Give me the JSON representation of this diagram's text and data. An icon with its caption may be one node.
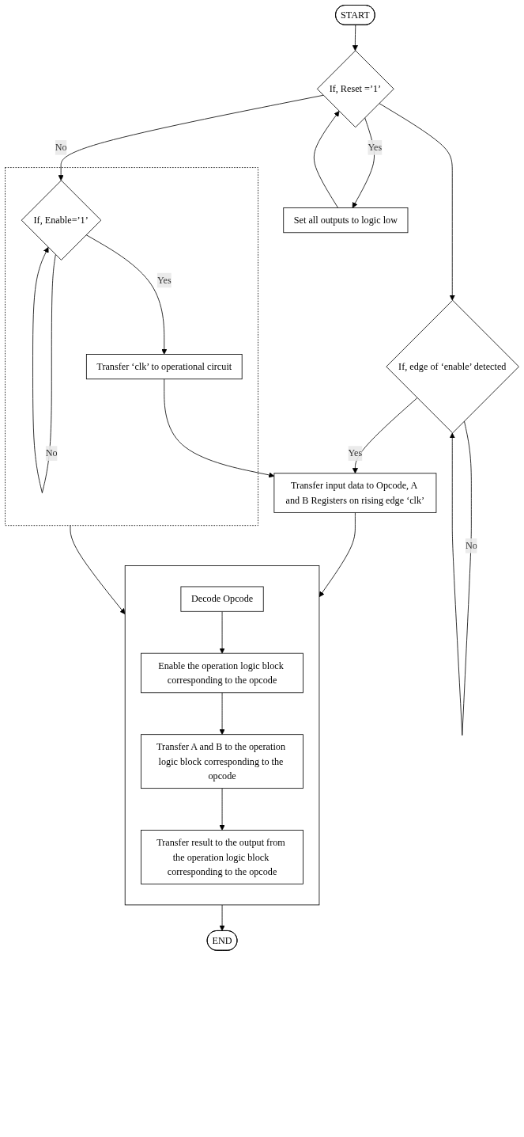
{
  "diagram": {
    "nodes": [
      {
        "text": [
          "START"
        ]
      },
      {
        "text": [
          "If, Reset =’1’"
        ]
      },
      {
        "text": [
          "Set all outputs to logic low"
        ]
      },
      {
        "text": [
          "If, edge of ‘enable’ detected"
        ]
      },
      {
        "text": [
          "Transfer input data to Opcode, A and B Registers on rising edge ‘clk’"
        ]
      },
      {
        "text": [],
        "shape": "box"
      },
      {
        "text": [
          "If, Enable=’1’"
        ],
        "in": 5
      },
      {
        "text": [
          "Transfer ‘clk’ to operational circuit"
        ],
        "in": 5
      },
      {
        "text": [],
        "shape": "box"
      },
      {
        "text": [
          "Decode Opcode"
        ],
        "in": 8
      },
      {
        "text": [
          "Enable the operation logic block corresponding to the opcode"
        ],
        "in": 8
      },
      {
        "text": [
          "Transfer A and B to the operation logic block corresponding to the opcode"
        ],
        "in": 8
      },
      {
        "text": [
          "Transfer result to the output from the operation logic block corresponding to the opcode"
        ],
        "in": 8
      },
      {
        "text": [
          "END"
        ]
      }
    ],
    "edges": [
      {
        "from": 0,
        "to": 1,
        "arrow": "to"
      },
      {
        "from": 1,
        "to": 2,
        "arrow": "to",
        "label": "Yes"
      },
      {
        "from": 2,
        "to": 1,
        "arrow": "to"
      },
      {
        "from": 1,
        "to": 3,
        "arrow": "to"
      },
      {
        "from": 1,
        "to": 6,
        "arrow": "to",
        "label": "No"
      },
      {
        "from": 3,
        "to": 3,
        "arrow": "to",
        "label": "No"
      },
      {
        "from": 6,
        "to": 6,
        "arrow": "to",
        "label": "No"
      },
      {
        "from": 3,
        "to": 4,
        "arrow": "to",
        "label": "Yes"
      },
      {
        "from": 6,
        "to": 7,
        "arrow": "to",
        "label": "Yes"
      },
      {
        "from": 7,
        "to": 4,
        "arrow": "to"
      },
      {
        "from": 4,
        "to": 8,
        "arrow": "to"
      },
      {
        "from": 5,
        "to": 8,
        "arrow": "to"
      },
      {
        "from": 9,
        "to": 10,
        "arrow": "to"
      },
      {
        "from": 10,
        "to": 11,
        "arrow": "to"
      },
      {
        "from": 11,
        "to": 12,
        "arrow": "to"
      },
      {
        "from": 8,
        "to": 13,
        "arrow": "to"
      }
    ]
  }
}
